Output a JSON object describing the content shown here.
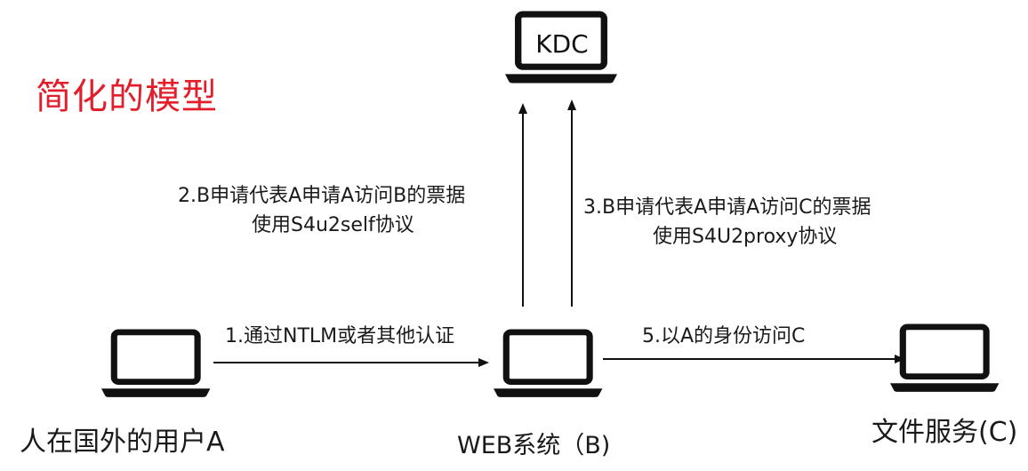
{
  "title": "简化的模型",
  "nodes": {
    "kdc": "KDC",
    "user": "人在国外的用户A",
    "web": "WEB系统（B)",
    "file": "文件服务(C)"
  },
  "steps": {
    "step1": "1.通过NTLM或者其他认证",
    "step2_line1": "2.B申请代表A申请A访问B的票据",
    "step2_line2": "使用S4u2self协议",
    "step3_line1": "3.B申请代表A申请A访问C的票据",
    "step3_line2": "使用S4U2proxy协议",
    "step5": "5.以A的身份访问C"
  },
  "colors": {
    "title": "#e41d2b",
    "stroke": "#111111"
  },
  "icons": [
    "laptop-icon"
  ]
}
